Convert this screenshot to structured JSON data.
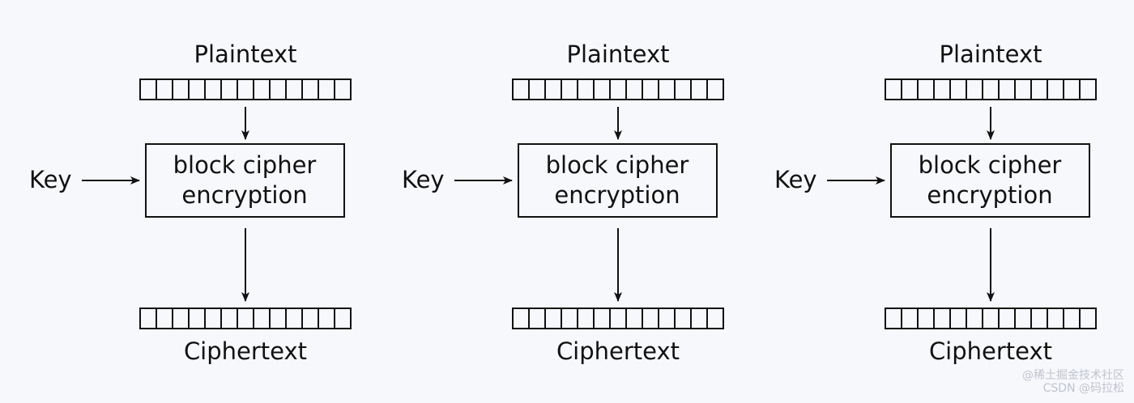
{
  "blocks": [
    {
      "plaintext_label": "Plaintext",
      "cipher_line1": "block cipher",
      "cipher_line2": "encryption",
      "key_label": "Key",
      "ciphertext_label": "Ciphertext"
    },
    {
      "plaintext_label": "Plaintext",
      "cipher_line1": "block cipher",
      "cipher_line2": "encryption",
      "key_label": "Key",
      "ciphertext_label": "Ciphertext"
    },
    {
      "plaintext_label": "Plaintext",
      "cipher_line1": "block cipher",
      "cipher_line2": "encryption",
      "key_label": "Key",
      "ciphertext_label": "Ciphertext"
    }
  ],
  "register_cells": 13,
  "watermark": {
    "line1": "@稀土掘金技术社区",
    "line2": "CSDN @码拉松"
  },
  "colors": {
    "background": "#f7f8fc",
    "stroke": "#111111"
  }
}
